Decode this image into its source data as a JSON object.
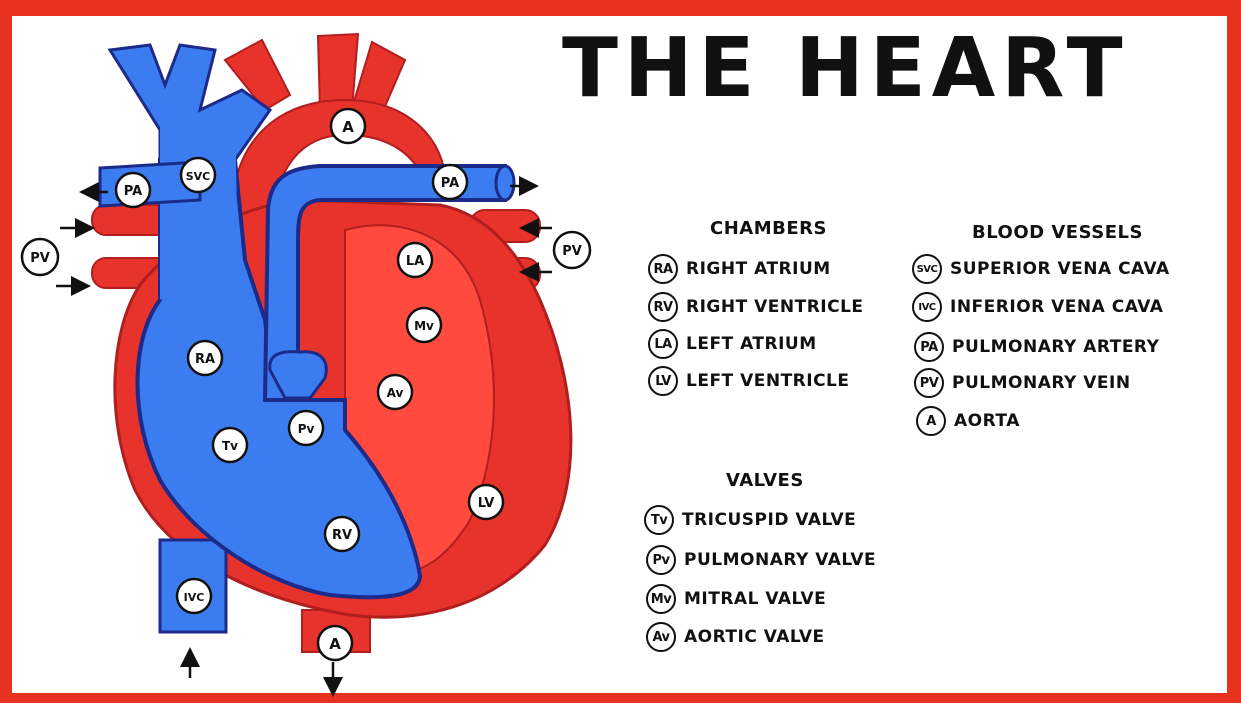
{
  "title": "THE HEART",
  "colors": {
    "border": "#e8321e",
    "vein_blue": "#3b7cf0",
    "artery_red": "#e8322c",
    "outline": "#1c2a8a"
  },
  "diagram_labels": {
    "a_top": "A",
    "svc": "SVC",
    "pa_left": "PA",
    "pa_right": "PA",
    "pv_left": "PV",
    "pv_right": "PV",
    "la": "LA",
    "mv": "Mv",
    "ra": "RA",
    "av": "Av",
    "pv_valve": "Pv",
    "tv": "Tv",
    "lv": "LV",
    "rv": "RV",
    "ivc": "IVC",
    "a_bottom": "A"
  },
  "legend": {
    "chambers": {
      "heading": "CHAMBERS",
      "items": [
        {
          "abbr": "RA",
          "label": "RIGHT ATRIUM"
        },
        {
          "abbr": "RV",
          "label": "RIGHT VENTRICLE"
        },
        {
          "abbr": "LA",
          "label": "LEFT ATRIUM"
        },
        {
          "abbr": "LV",
          "label": "LEFT VENTRICLE"
        }
      ]
    },
    "vessels": {
      "heading": "BLOOD VESSELS",
      "items": [
        {
          "abbr": "SVC",
          "label": "SUPERIOR VENA CAVA"
        },
        {
          "abbr": "IVC",
          "label": "INFERIOR VENA CAVA"
        },
        {
          "abbr": "PA",
          "label": "PULMONARY ARTERY"
        },
        {
          "abbr": "PV",
          "label": "PULMONARY VEIN"
        },
        {
          "abbr": "A",
          "label": "AORTA"
        }
      ]
    },
    "valves": {
      "heading": "VALVES",
      "items": [
        {
          "abbr": "Tv",
          "label": "TRICUSPID VALVE"
        },
        {
          "abbr": "Pv",
          "label": "PULMONARY VALVE"
        },
        {
          "abbr": "Mv",
          "label": "MITRAL VALVE"
        },
        {
          "abbr": "Av",
          "label": "AORTIC VALVE"
        }
      ]
    }
  }
}
